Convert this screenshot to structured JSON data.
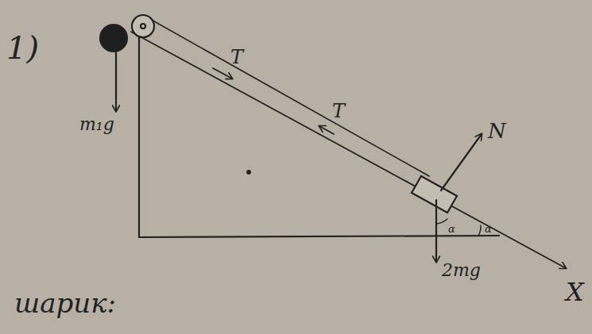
{
  "diagram": {
    "labels": [
      "1)",
      "m₁g",
      "T",
      "T",
      "N",
      "2mg",
      "α",
      "α",
      "X",
      "шарик:"
    ]
  }
}
